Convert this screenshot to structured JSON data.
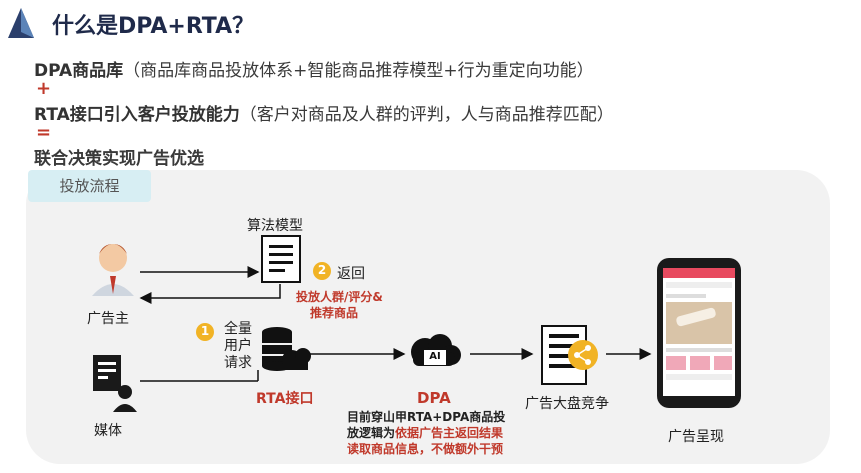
{
  "title": "什么是DPA+RTA？",
  "lines": {
    "l1_bold": "DPA商品库",
    "l1_rest": "（商品库商品投放体系+智能商品推荐模型+行为重定向功能）",
    "plus": "+",
    "l2_bold": "RTA接口引入客户投放能力",
    "l2_rest": "（客户对商品及人群的评判，人与商品推荐匹配）",
    "eq": "=",
    "l3": "联合决策实现广告优选"
  },
  "tab": "投放流程",
  "diagram": {
    "advertiser": "广告主",
    "media": "媒体",
    "algo": "算法模型",
    "step2_num": "2",
    "step2_label": "返回",
    "step2_detail_1": "投放人群/评分&",
    "step2_detail_2": "推荐商品",
    "step1_num": "1",
    "step1_l1": "全量",
    "step1_l2": "用户",
    "step1_l3": "请求",
    "rta_label": "RTA接口",
    "ai_label": "AI",
    "dpa_label": "DPA",
    "dpa_note_1a": "目前穿山甲RTA+DPA商品投",
    "dpa_note_2a": "放逻辑为",
    "dpa_note_2b": "依据广告主返回结果",
    "dpa_note_3a": "读取商品信息，不做额外干预",
    "market": "广告大盘竞争",
    "display": "广告呈现"
  },
  "colors": {
    "accent_red": "#c0392b",
    "title_navy": "#1f2a4a",
    "badge_gold": "#f1b325"
  }
}
